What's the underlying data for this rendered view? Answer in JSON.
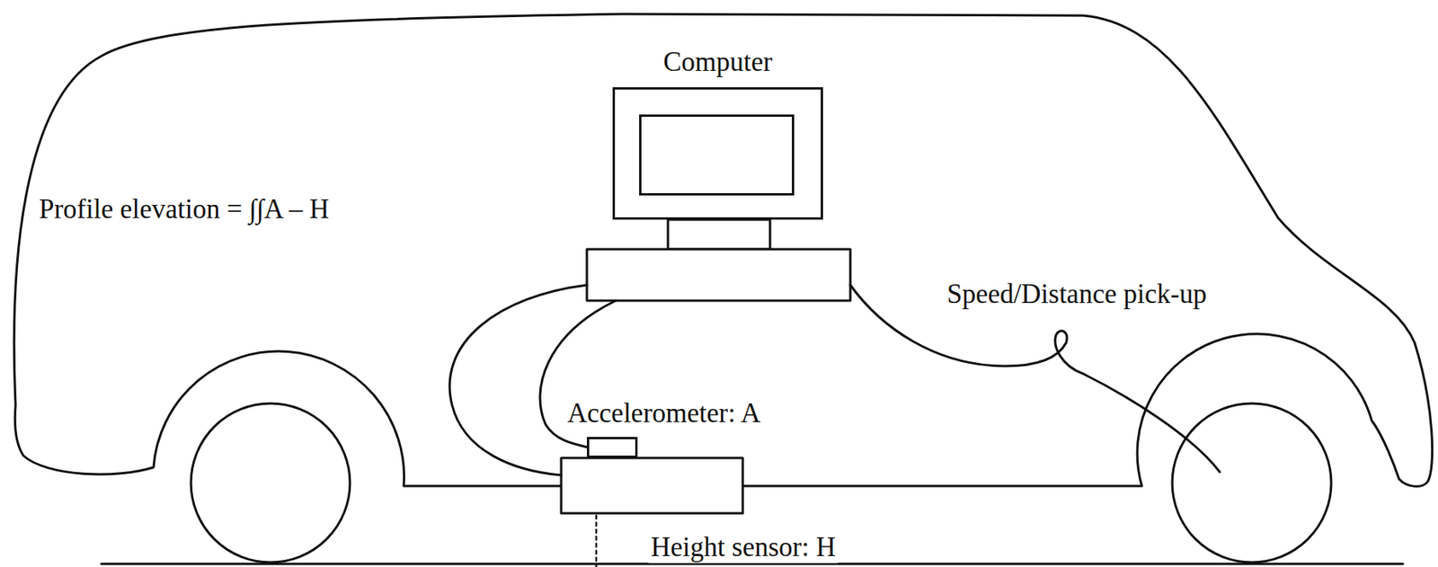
{
  "diagram": {
    "nodes": [
      {
        "text": [
          "Computer"
        ]
      },
      {
        "text": [
          "Accelerometer: A"
        ]
      }
    ],
    "labels": [
      "Profile elevation = ∫∫A – H",
      "Speed/Distance pick-up",
      "Height sensor: H"
    ]
  }
}
